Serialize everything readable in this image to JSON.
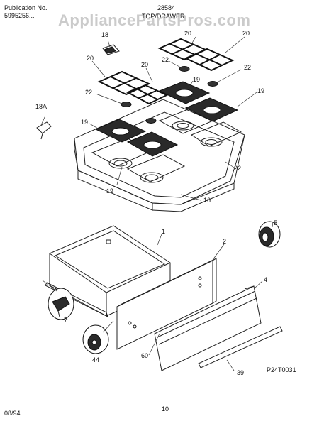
{
  "header": {
    "publication_label": "Publication No.",
    "publication_number": "5995256...",
    "model": "28584",
    "section_title": "TOP/DRAWER"
  },
  "watermark": "AppliancePartsPros.com",
  "callouts": {
    "c1": "1",
    "c2": "2",
    "c4": "4",
    "c5": "5",
    "c7": "7",
    "c16": "16",
    "c18": "18",
    "c18a": "18A",
    "c19": "19",
    "c20": "20",
    "c22": "22",
    "c39": "39",
    "c44": "44",
    "c60": "60"
  },
  "figure_code": "P24T0031",
  "footer": {
    "date": "08/94",
    "page": "10"
  }
}
